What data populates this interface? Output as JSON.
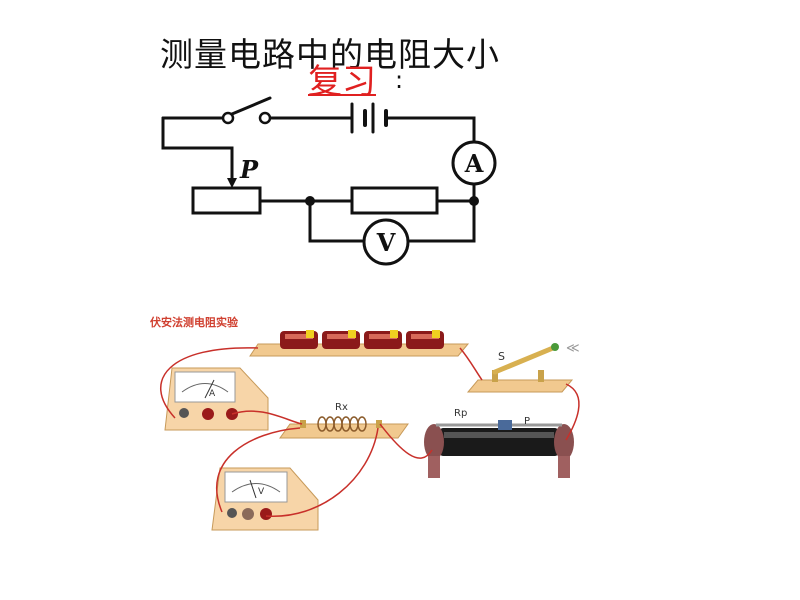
{
  "title": "测量电路中的电阻大小",
  "review": "复习",
  "review_colon": ":",
  "schematic": {
    "slider_label": "P",
    "ammeter_symbol": "A",
    "voltmeter_symbol": "V"
  },
  "apparatus": {
    "caption": "伏安法测电阻实验",
    "switch_label": "S",
    "resistor_label": "Rx",
    "rheostat_label": "Rp",
    "slider_label": "P",
    "ammeter_face": "A",
    "voltmeter_face": "V",
    "arrow_mark": "≪"
  },
  "colors": {
    "review": "#e02020",
    "wire": "#c8302a",
    "caption": "#d04030",
    "board": "#f1c98f"
  }
}
